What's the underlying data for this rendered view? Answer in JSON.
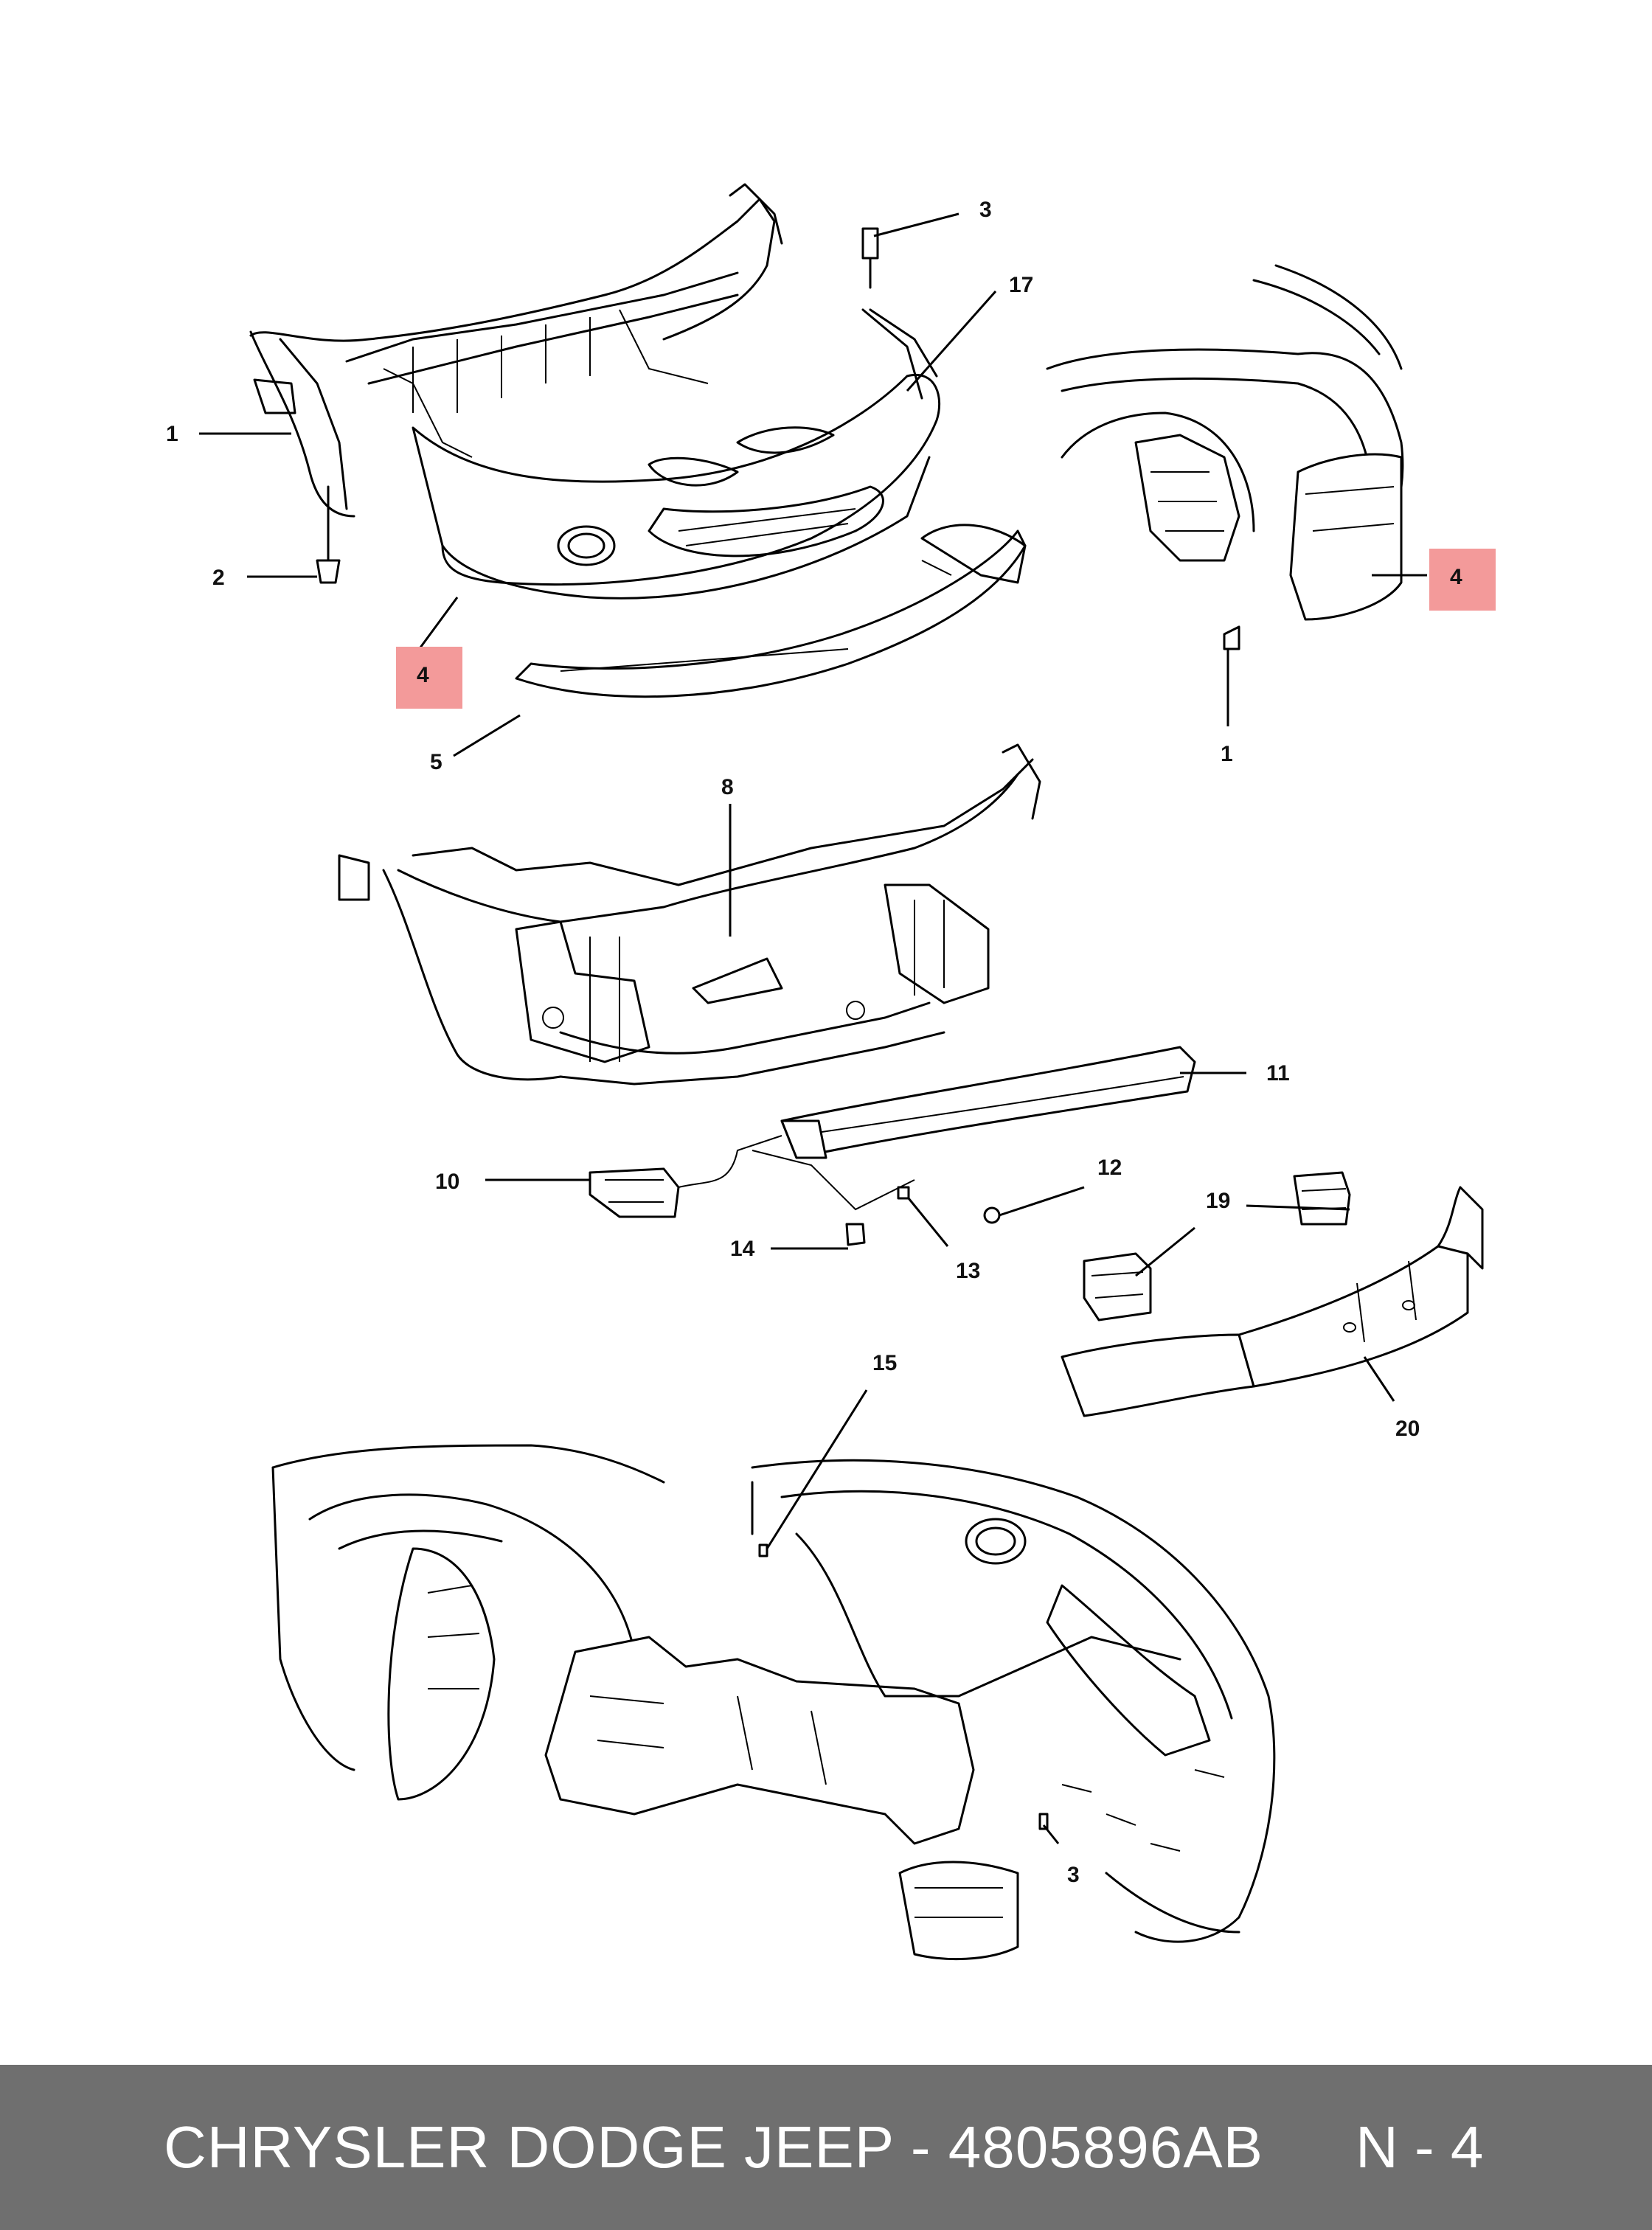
{
  "callouts": {
    "c1a": "1",
    "c2": "2",
    "c3a": "3",
    "c17": "17",
    "c4a": "4",
    "c4b": "4",
    "c5": "5",
    "c1b": "1",
    "c8": "8",
    "c11": "11",
    "c10": "10",
    "c12": "12",
    "c14": "14",
    "c13": "13",
    "c19": "19",
    "c20": "20",
    "c15": "15",
    "c3b": "3"
  },
  "highlight_color": "#f39a9a",
  "footer": {
    "title": "CHRYSLER DODGE JEEP - 4805896AB",
    "page_code": "N - 4",
    "background": "#6f6f6f"
  }
}
